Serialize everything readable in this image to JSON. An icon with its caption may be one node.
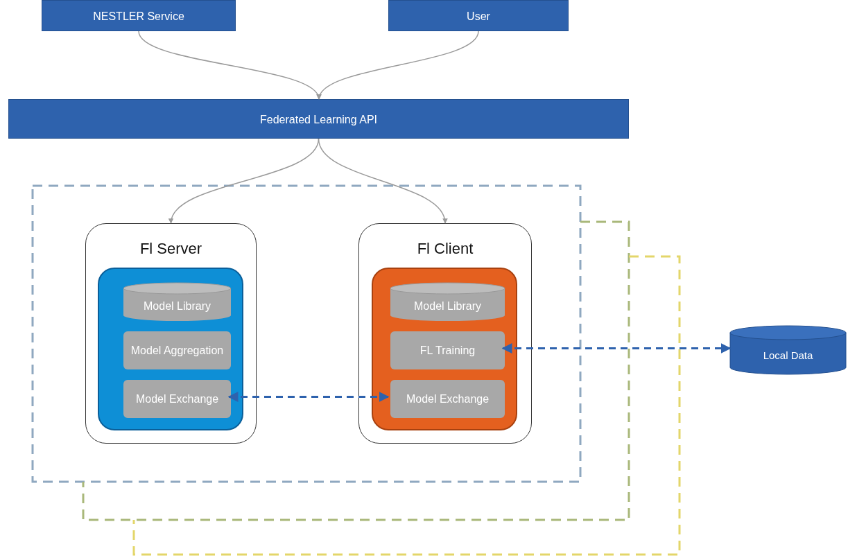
{
  "diagram": {
    "nodes": [
      {
        "text": [
          "NESTLER Service"
        ]
      },
      {
        "text": [
          "User"
        ]
      },
      {
        "text": [
          "Federated Learning API"
        ]
      },
      {
        "text": [
          "Fl Server"
        ]
      },
      {
        "text": [],
        "shape": "box",
        "in": 3
      },
      {
        "text": [
          "Model Library"
        ],
        "in": 4
      },
      {
        "text": [
          "Model Aggregation"
        ],
        "in": 4
      },
      {
        "text": [
          "Model Exchange"
        ],
        "in": 4
      },
      {
        "text": [
          "Fl Client"
        ]
      },
      {
        "text": [],
        "shape": "box",
        "in": 8
      },
      {
        "text": [
          "Model Library"
        ],
        "in": 9
      },
      {
        "text": [
          "FL Training"
        ],
        "in": 9
      },
      {
        "text": [
          "Model Exchange"
        ],
        "in": 9
      },
      {
        "text": [
          "Local Data"
        ]
      }
    ],
    "edges": [
      {
        "from": 0,
        "to": 2,
        "arrow": "to"
      },
      {
        "from": 1,
        "to": 2,
        "arrow": "to"
      },
      {
        "from": 2,
        "to": 3,
        "arrow": "to"
      },
      {
        "from": 2,
        "to": 8,
        "arrow": "to"
      },
      {
        "from": 7,
        "to": 12,
        "arrow": "both",
        "style": "dashed",
        "color": "#2e62ad"
      },
      {
        "from": 11,
        "to": 13,
        "arrow": "both",
        "style": "dashed",
        "color": "#2e62ad"
      }
    ]
  }
}
